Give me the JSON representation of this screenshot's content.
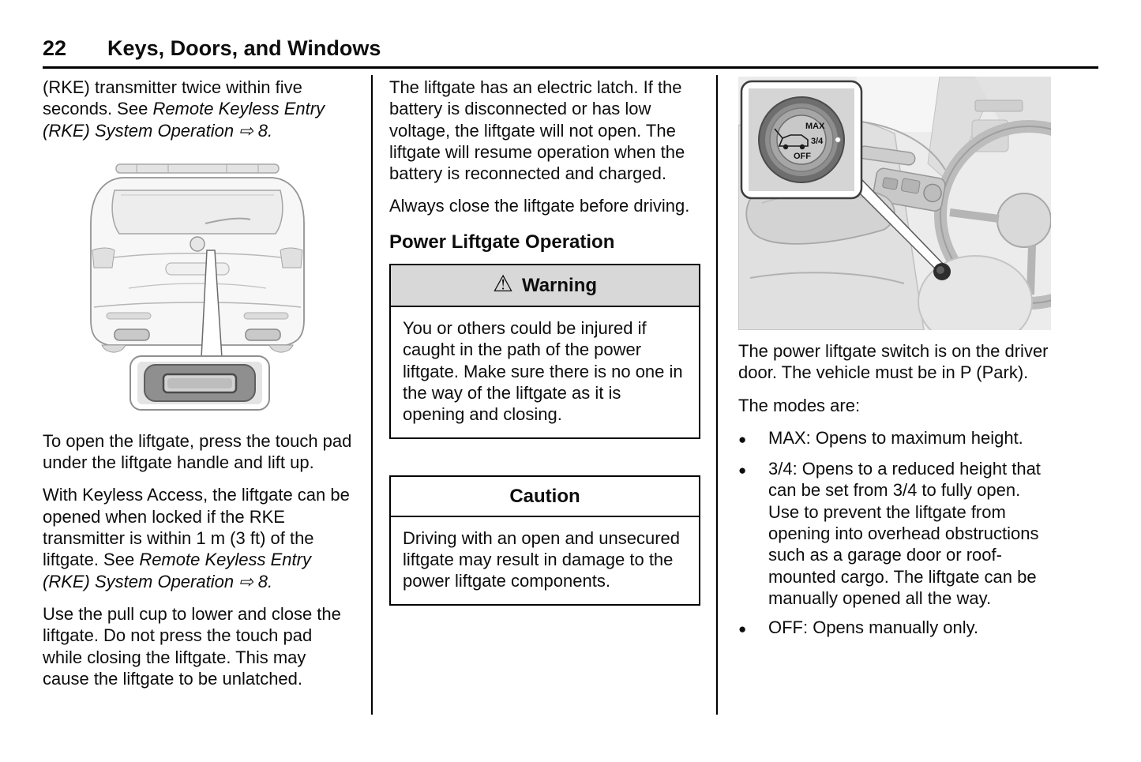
{
  "header": {
    "page_number": "22",
    "title": "Keys, Doors, and Windows"
  },
  "col1": {
    "p1_t1": "(RKE) transmitter twice within five seconds. See ",
    "p1_ref": "Remote Keyless Entry (RKE) System Operation",
    "p1_t3": " ⇨ 8.",
    "p2": "To open the liftgate, press the touch pad under the liftgate handle and lift up.",
    "p3_t1": "With Keyless Access, the liftgate can be opened when locked if the RKE transmitter is within 1 m (3 ft) of the liftgate. See ",
    "p3_ref": "Remote Keyless Entry (RKE) System Operation",
    "p3_t3": " ⇨ 8.",
    "p4": "Use the pull cup to lower and close the liftgate. Do not press the touch pad while closing the liftgate. This may cause the liftgate to be unlatched."
  },
  "col2": {
    "p1": "The liftgate has an electric latch. If the battery is disconnected or has low voltage, the liftgate will not open. The liftgate will resume operation when the battery is reconnected and charged.",
    "p2": "Always close the liftgate before driving.",
    "section_heading": "Power Liftgate Operation",
    "warning": {
      "icon": "⚠",
      "title": "Warning",
      "body": "You or others could be injured if caught in the path of the power liftgate. Make sure there is no one in the way of the liftgate as it is opening and closing."
    },
    "caution": {
      "title": "Caution",
      "body": "Driving with an open and unsecured liftgate may result in damage to the power liftgate components."
    }
  },
  "col3": {
    "p1": "The power liftgate switch is on the driver door. The vehicle must be in P (Park).",
    "p2": "The modes are:",
    "bullet_char": "●",
    "bullets": [
      {
        "text": "MAX: Opens to maximum height."
      },
      {
        "text": "3/4: Opens to a reduced height that can be set from 3/4 to fully open. Use to prevent the liftgate from opening into overhead obstructions such as a garage door or roof-mounted cargo. The liftgate can be manually opened all the way."
      },
      {
        "text": "OFF: Opens manually only."
      }
    ],
    "switch_labels": {
      "max": "MAX",
      "three_quarter": "3/4",
      "off": "OFF"
    }
  }
}
